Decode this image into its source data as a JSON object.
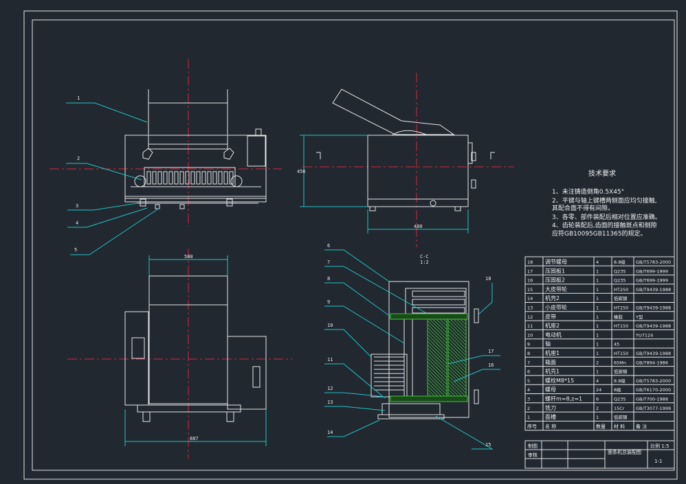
{
  "tech": {
    "title": "技术要求",
    "req1": "1、未注铸造倒角0.5X45°",
    "req2": "2、平键与轴上键槽两侧面应均匀接触,",
    "req2b": "其配合面不得有间隙。",
    "req3": "3、各零、部件装配后相对位置应准确。",
    "req4": "4、齿轮装配后,齿面的接触斑点和侧隙",
    "req4b": "应符GB10095GB11365的规定。"
  },
  "leaders": [
    "1",
    "2",
    "3",
    "4",
    "5",
    "6",
    "7",
    "8",
    "9",
    "10",
    "11",
    "12",
    "13",
    "14",
    "15",
    "16",
    "17",
    "18"
  ],
  "section_mark": "C-C",
  "section_scale": "1:2",
  "dims": {
    "front_width": "580",
    "front_total": "887",
    "side_height": "456",
    "side_width": "480"
  },
  "bom": [
    {
      "no": "18",
      "name": "调节螺母",
      "qty": "4",
      "mat": "8.8级",
      "std": "GB/T5783-2000"
    },
    {
      "no": "17",
      "name": "压固板1",
      "qty": "1",
      "mat": "Q235",
      "std": "GB/T699-1999"
    },
    {
      "no": "16",
      "name": "压固板2",
      "qty": "1",
      "mat": "Q235",
      "std": "GB/T699-1999"
    },
    {
      "no": "15",
      "name": "大皮带轮",
      "qty": "1",
      "mat": "HT250",
      "std": "GB/T9439-1988"
    },
    {
      "no": "14",
      "name": "机壳2",
      "qty": "1",
      "mat": "低碳钢",
      "std": ""
    },
    {
      "no": "13",
      "name": "小皮带轮",
      "qty": "1",
      "mat": "HT250",
      "std": "GB/T9439-1988"
    },
    {
      "no": "12",
      "name": "皮带",
      "qty": "1",
      "mat": "橡胶",
      "std": "Y型"
    },
    {
      "no": "11",
      "name": "机座2",
      "qty": "1",
      "mat": "HT150",
      "std": "GB/T9439-1988"
    },
    {
      "no": "10",
      "name": "电动机",
      "qty": "1",
      "mat": "",
      "std": "YU7124"
    },
    {
      "no": "9",
      "name": "轴",
      "qty": "1",
      "mat": "45",
      "std": ""
    },
    {
      "no": "8",
      "name": "机座1",
      "qty": "1",
      "mat": "HT150",
      "std": "GB/T9439-1988"
    },
    {
      "no": "7",
      "name": "箱面",
      "qty": "2",
      "mat": "65Mn",
      "std": "GB/T894-1986"
    },
    {
      "no": "6",
      "name": "机壳1",
      "qty": "1",
      "mat": "低碳钢",
      "std": ""
    },
    {
      "no": "5",
      "name": "螺栓M8*15",
      "qty": "4",
      "mat": "8.8级",
      "std": "GB/T5783-2000"
    },
    {
      "no": "4",
      "name": "螺母",
      "qty": "24",
      "mat": "8级",
      "std": "GB/T6170-2000"
    },
    {
      "no": "3",
      "name": "螺杆m=8,z=1",
      "qty": "6",
      "mat": "Q235",
      "std": "GB/T700-1988"
    },
    {
      "no": "2",
      "name": "铣刀",
      "qty": "2",
      "mat": "15Cr",
      "std": "GB/T3077-1999"
    },
    {
      "no": "1",
      "name": "面槽",
      "qty": "1",
      "mat": "低碳钢",
      "std": ""
    }
  ],
  "bom_header": {
    "no": "序号",
    "name": "名  称",
    "qty": "数量",
    "mat": "材  料",
    "std": "备  注"
  },
  "title_block": {
    "drawn": "制图",
    "checked": "审核",
    "drawing_name": "面条机总装配图",
    "scale": "比例 1:5",
    "sheet": "1-1"
  }
}
